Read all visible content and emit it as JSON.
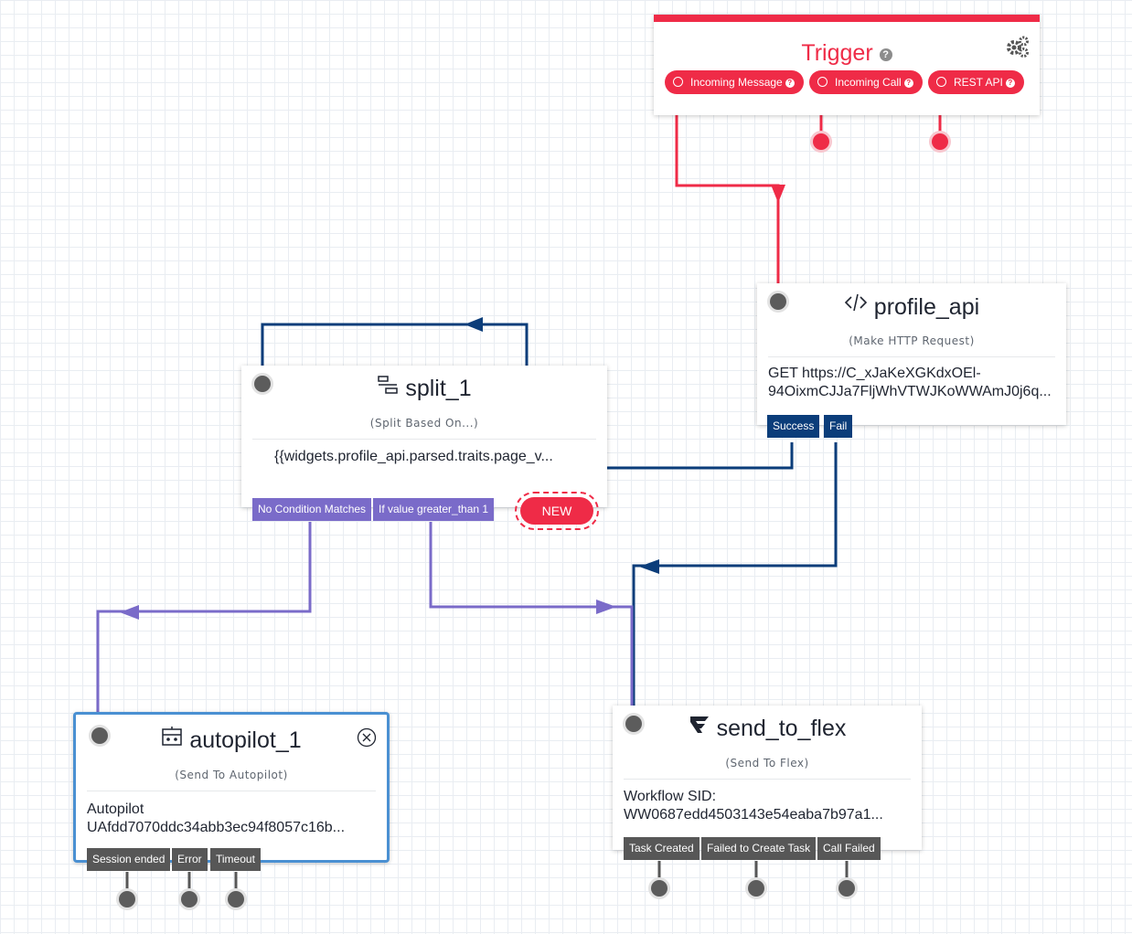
{
  "colors": {
    "trigger_red": "#ef2b47",
    "flow_blue": "#0b3d7a",
    "flow_purple": "#7a6bc9",
    "port_gray": "#575757",
    "selected_border": "#4a90d2"
  },
  "trigger": {
    "title": "Trigger",
    "help_icon": "question-circle-icon",
    "settings_icon": "gears-icon",
    "events": [
      {
        "label": "Incoming Message"
      },
      {
        "label": "Incoming Call"
      },
      {
        "label": "REST API"
      }
    ]
  },
  "profile_api": {
    "icon": "code-icon",
    "title": "profile_api",
    "subtitle": "(Make HTTP Request)",
    "body_line1": "GET https://C_xJaKeXGKdxOEl-",
    "body_line2": "94OixmCJJa7FljWhVTWJKoWWAmJ0j6q...",
    "transitions": [
      "Success",
      "Fail"
    ]
  },
  "split_1": {
    "icon": "split-icon",
    "title": "split_1",
    "subtitle": "(Split Based On...)",
    "body": "{{widgets.profile_api.parsed.traits.page_v...",
    "transitions": [
      "No Condition Matches",
      "If value greater_than 1"
    ],
    "new_button": "NEW"
  },
  "autopilot_1": {
    "icon": "autopilot-icon",
    "close_icon": "close-circle-icon",
    "title": "autopilot_1",
    "subtitle": "(Send To Autopilot)",
    "body_line1": "Autopilot",
    "body_line2": "UAfdd7070ddc34abb3ec94f8057c16b...",
    "transitions": [
      "Session ended",
      "Error",
      "Timeout"
    ]
  },
  "send_to_flex": {
    "icon": "flex-icon",
    "title": "send_to_flex",
    "subtitle": "(Send To Flex)",
    "body_line1": "Workflow SID:",
    "body_line2": "WW0687edd4503143e54eaba7b97a1...",
    "transitions": [
      "Task Created",
      "Failed to Create Task",
      "Call Failed"
    ]
  }
}
